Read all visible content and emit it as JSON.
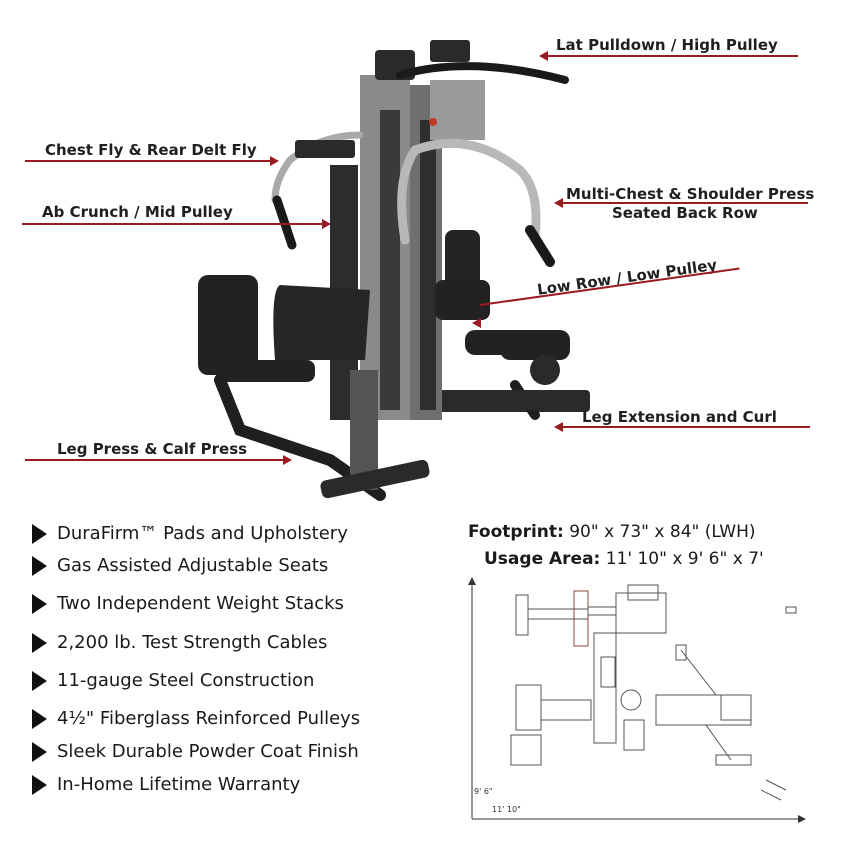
{
  "callouts": {
    "lat_pulldown": "Lat Pulldown / High Pulley",
    "chest_fly": "Chest Fly & Rear Delt Fly",
    "ab_crunch": "Ab Crunch / Mid Pulley",
    "multi_chest": "Multi-Chest & Shoulder Press",
    "seated_back_row": "Seated Back Row",
    "low_row": "Low Row / Low Pulley",
    "leg_extension": "Leg Extension and Curl",
    "leg_press": "Leg Press & Calf Press"
  },
  "features": [
    "DuraFirm™ Pads and Upholstery",
    "Gas Assisted Adjustable Seats",
    "Two Independent Weight Stacks",
    "2,200 lb. Test Strength Cables",
    "11-gauge Steel Construction",
    "4½\" Fiberglass Reinforced Pulleys",
    "Sleek Durable Powder Coat Finish",
    "In-Home Lifetime Warranty"
  ],
  "footprint": {
    "label": "Footprint:",
    "value": "90\" x 73\" x 84\" (LWH)"
  },
  "usage": {
    "label": "Usage Area:",
    "value": "11' 10\" x 9' 6\" x 7'"
  },
  "diagram": {
    "height_label": "9' 6\"",
    "width_label": "11' 10\""
  },
  "colors": {
    "accent": "#9b1b22",
    "frame": "#2a2a2a",
    "column": "#8a8a8a"
  }
}
